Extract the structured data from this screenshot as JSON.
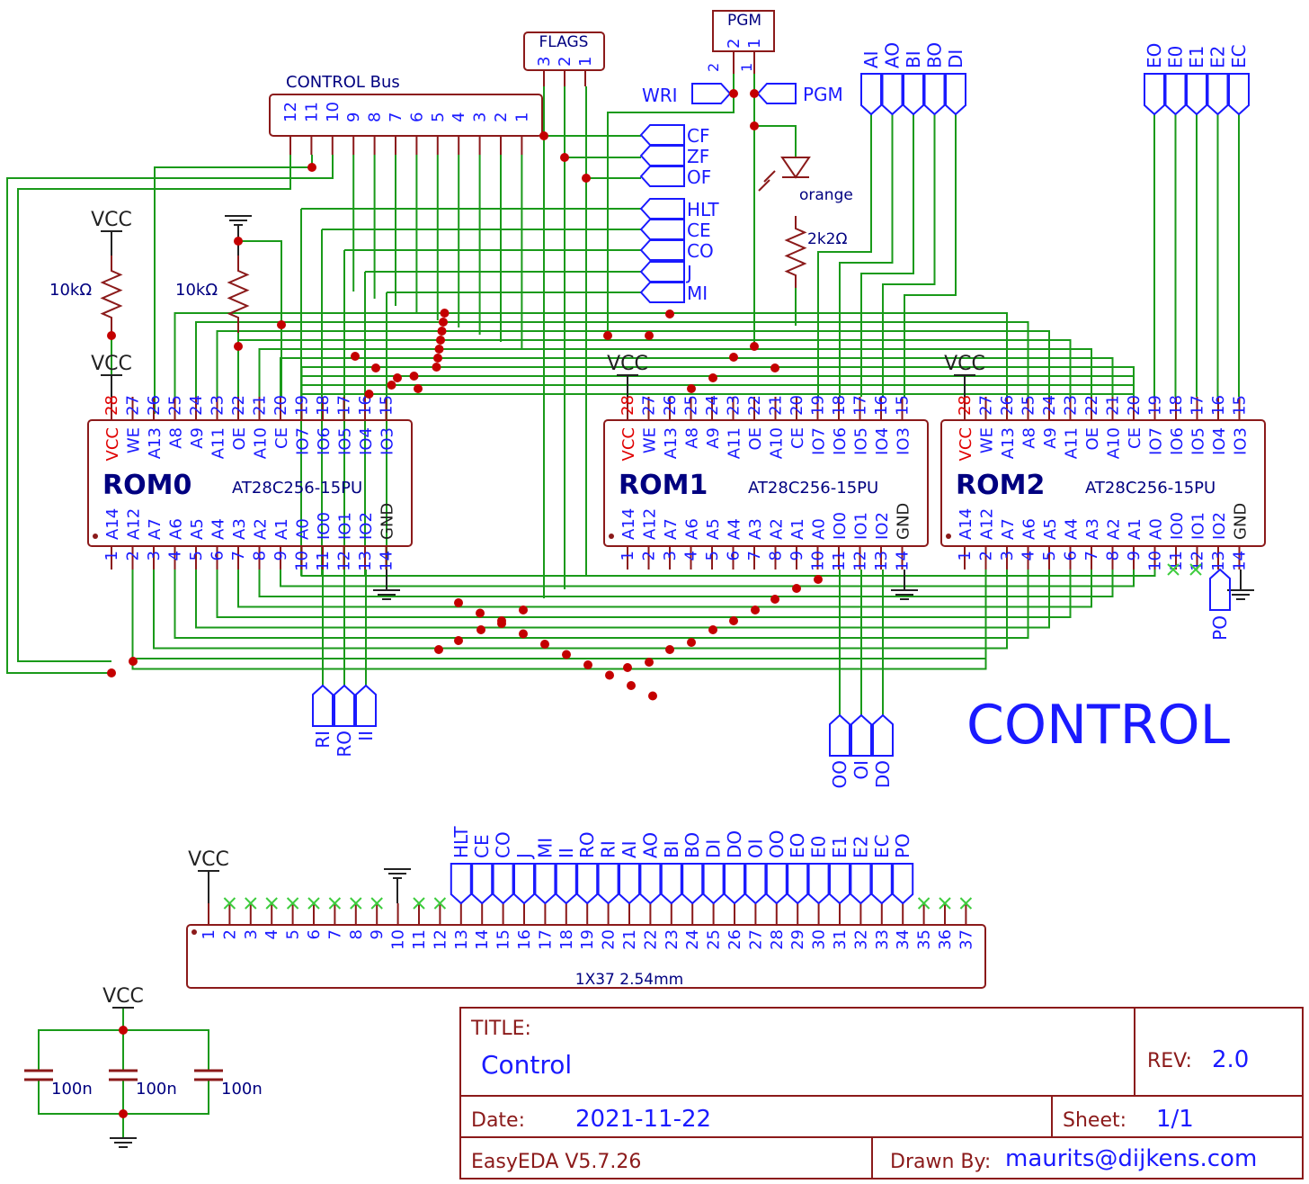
{
  "title_big": "CONTROL",
  "roms": [
    {
      "name": "ROM0",
      "part": "AT28C256-15PU"
    },
    {
      "name": "ROM1",
      "part": "AT28C256-15PU"
    },
    {
      "name": "ROM2",
      "part": "AT28C256-15PU"
    }
  ],
  "rom_top_pins": [
    "VCC",
    "WE",
    "A13",
    "A8",
    "A9",
    "A11",
    "OE",
    "A10",
    "CE",
    "IO7",
    "IO6",
    "IO5",
    "IO4",
    "IO3"
  ],
  "rom_top_nums": [
    "28",
    "27",
    "26",
    "25",
    "24",
    "23",
    "22",
    "21",
    "20",
    "19",
    "18",
    "17",
    "16",
    "15"
  ],
  "rom_bottom_pins": [
    "A14",
    "A12",
    "A7",
    "A6",
    "A5",
    "A4",
    "A3",
    "A2",
    "A1",
    "A0",
    "IO0",
    "IO1",
    "IO2",
    "GND"
  ],
  "rom_bottom_nums": [
    "1",
    "2",
    "3",
    "4",
    "5",
    "6",
    "7",
    "8",
    "9",
    "10",
    "11",
    "12",
    "13",
    "14"
  ],
  "control_bus": {
    "label": "CONTROL Bus",
    "pins": [
      "12",
      "11",
      "10",
      "9",
      "8",
      "7",
      "6",
      "5",
      "4",
      "3",
      "2",
      "1"
    ]
  },
  "flags": {
    "label": "FLAGS",
    "pins": [
      "3",
      "2",
      "1"
    ]
  },
  "pgm": {
    "label": "PGM",
    "pins": [
      "2",
      "1"
    ]
  },
  "net_left": [
    "CF",
    "ZF",
    "OF",
    "HLT",
    "CE",
    "CO",
    "J",
    "MI"
  ],
  "wri_label": "WRI",
  "pgm_net": "PGM",
  "wri_pin": "2",
  "pgm_pin": "1",
  "led": {
    "color": "orange"
  },
  "resistors": {
    "led": "2k2Ω",
    "pullup": "10kΩ",
    "pulldown": "10kΩ"
  },
  "vcc": "VCC",
  "gnd": "GND",
  "top_nets_a": [
    "AI",
    "AO",
    "BI",
    "BO",
    "DI"
  ],
  "top_nets_b": [
    "EO",
    "E0",
    "E1",
    "E2",
    "EC"
  ],
  "bottom_nets_a": [
    "RI",
    "RO",
    "II"
  ],
  "bottom_nets_b": [
    "OO",
    "OI",
    "DO"
  ],
  "po_net": "PO",
  "header": {
    "label": "1X37 2.54mm",
    "nets": [
      "HLT",
      "CE",
      "CO",
      "J",
      "MI",
      "II",
      "RO",
      "RI",
      "AI",
      "AO",
      "BI",
      "BO",
      "DI",
      "DO",
      "OI",
      "OO",
      "EO",
      "E0",
      "E1",
      "E2",
      "EC",
      "PO"
    ],
    "pins": [
      "1",
      "2",
      "3",
      "4",
      "5",
      "6",
      "7",
      "8",
      "9",
      "10",
      "11",
      "12",
      "13",
      "14",
      "15",
      "16",
      "17",
      "18",
      "19",
      "20",
      "21",
      "22",
      "23",
      "24",
      "25",
      "26",
      "27",
      "28",
      "29",
      "30",
      "31",
      "32",
      "33",
      "34",
      "35",
      "36",
      "37"
    ]
  },
  "caps": [
    "100n",
    "100n",
    "100n"
  ],
  "title_block": {
    "title_label": "TITLE:",
    "title": "Control",
    "rev_label": "REV:",
    "rev": "2.0",
    "date_label": "Date:",
    "date": "2021-11-22",
    "sheet_label": "Sheet:",
    "sheet": "1/1",
    "tool": "EasyEDA V5.7.26",
    "drawn_label": "Drawn By:",
    "drawn": "maurits@dijkens.com"
  }
}
